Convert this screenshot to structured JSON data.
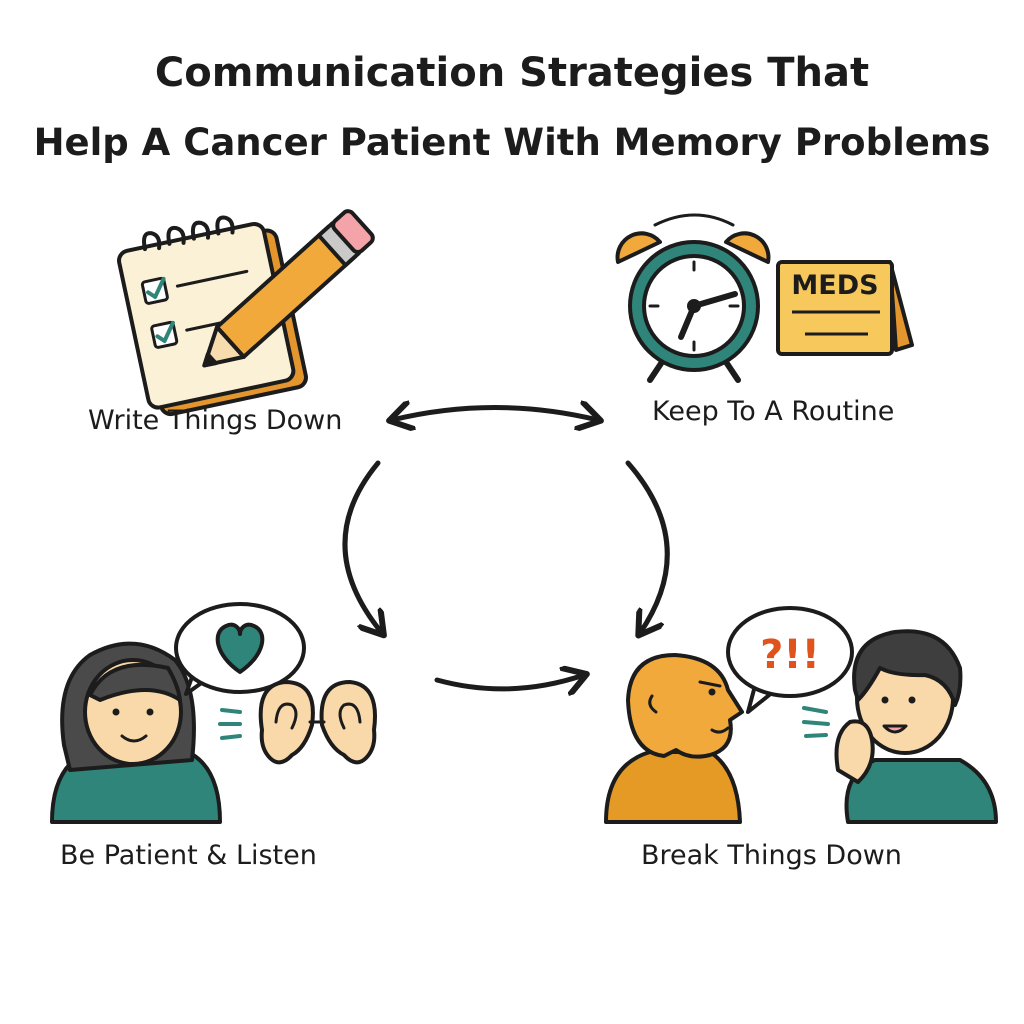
{
  "title": {
    "line1": "Communication Strategies That",
    "line2": "Help A Cancer Patient With Memory Problems"
  },
  "strategies": [
    {
      "label": "Write Things Down",
      "icon": "notepad-with-checklist-and-pencil"
    },
    {
      "label": "Keep To A Routine",
      "icon": "alarm-clock-and-meds-sign"
    },
    {
      "label": "Be Patient & Listen",
      "icon": "woman-with-heart-bubble-and-ears"
    },
    {
      "label": "Break Things Down",
      "icon": "two-people-talking"
    }
  ],
  "meds_sign": "MEDS",
  "speech_bubble_text": "?!!",
  "colors": {
    "accent_orange": "#F2A93B",
    "teal": "#2F8579",
    "skin": "#F9D9A9",
    "outline": "#1C1C1C"
  }
}
